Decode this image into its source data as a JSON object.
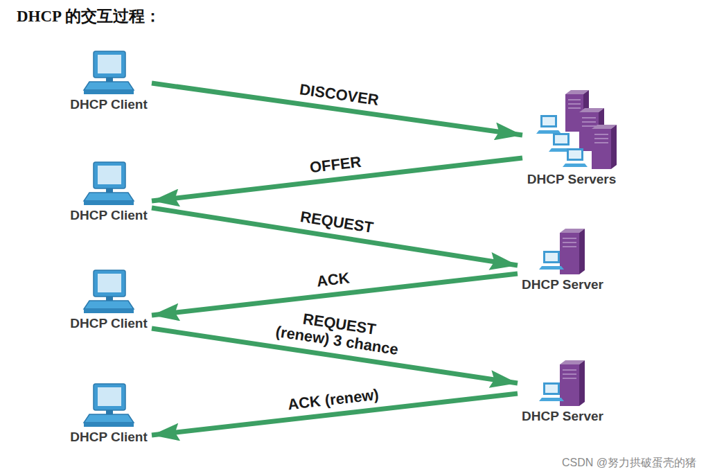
{
  "diagram": {
    "title": "DHCP 的交互过程：",
    "nodes": [
      {
        "text": [
          "DHCP Client"
        ]
      },
      {
        "text": [
          "DHCP Servers"
        ]
      },
      {
        "text": [
          "DHCP Client"
        ]
      },
      {
        "text": [
          "DHCP Server"
        ]
      },
      {
        "text": [
          "DHCP Client"
        ]
      },
      {
        "text": [
          "DHCP Server"
        ]
      },
      {
        "text": [
          "DHCP Client"
        ]
      }
    ],
    "edges": [
      {
        "from": 0,
        "to": 1,
        "label": "DISCOVER",
        "arrow": "to"
      },
      {
        "from": 1,
        "to": 2,
        "label": "OFFER",
        "arrow": "to"
      },
      {
        "from": 2,
        "to": 3,
        "label": "REQUEST",
        "arrow": "to"
      },
      {
        "from": 3,
        "to": 4,
        "label": "ACK",
        "arrow": "to"
      },
      {
        "from": 4,
        "to": 5,
        "label": "REQUEST (renew) 3 chance",
        "arrow": "to"
      },
      {
        "from": 5,
        "to": 6,
        "label": "ACK (renew)",
        "arrow": "to"
      }
    ],
    "labels": [
      "CSDN @努力拱破蛋壳的猪"
    ]
  }
}
